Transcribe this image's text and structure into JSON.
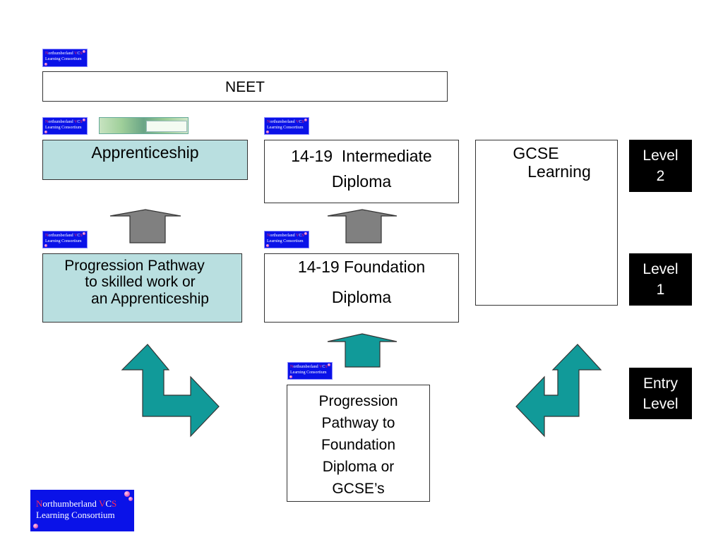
{
  "logo": {
    "n": "N",
    "orthumberland": "orthumberland ",
    "v": "V",
    "c": "C",
    "s": "S",
    "l": "L",
    "earning": "earning Consortium"
  },
  "neet": {
    "label": "NEET"
  },
  "level2_row": {
    "apprenticeship": "Apprenticeship",
    "intermediate_line1": "14-19  Intermediate",
    "intermediate_line2": "Diploma",
    "gcse_line1": "GCSE",
    "gcse_line2": "Learning"
  },
  "level1_row": {
    "pathway_line1": "Progression Pathway",
    "pathway_line2": "to skilled work or",
    "pathway_line3": "an Apprenticeship",
    "foundation_line1": "14-19 Foundation",
    "foundation_line2": "Diploma"
  },
  "entry_row": {
    "lines": [
      "Progression",
      "Pathway to",
      "Foundation",
      "Diploma or",
      "GCSE’s"
    ]
  },
  "levels": {
    "level2": [
      "Level",
      "2"
    ],
    "level1": [
      "Level",
      "1"
    ],
    "entry": [
      "Entry",
      "Level"
    ]
  },
  "colors": {
    "teal_box": "#b9dfe0",
    "teal_arrow": "#119a99",
    "grey_arrow": "#808080",
    "logo_blue": "#0a12e8"
  }
}
